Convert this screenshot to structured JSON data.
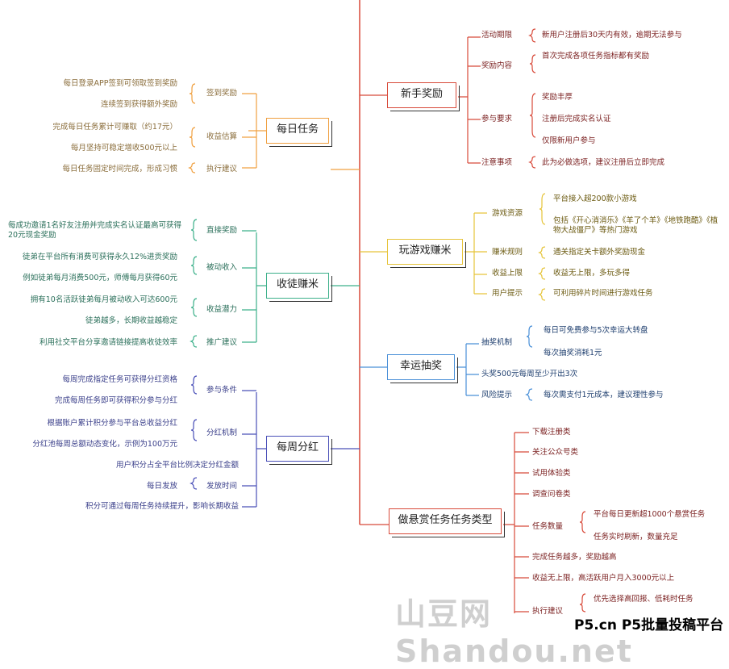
{
  "center_nodes": {
    "daily": "每日任务",
    "recruit": "收徒赚米",
    "weekly": "每周分红",
    "newbie": "新手奖励",
    "game": "玩游戏赚米",
    "lottery": "幸运抽奖",
    "bounty": "做悬赏任务任务类型"
  },
  "daily": {
    "checkin": "签到奖励",
    "checkin_items": [
      "每日登录APP签到可领取签到奖励",
      "连续签到获得额外奖励"
    ],
    "estimate": "收益估算",
    "estimate_items": [
      "完成每日任务累计可赚取（约17元）",
      "每月坚持可稳定增收500元以上"
    ],
    "advice": "执行建议",
    "advice_items": [
      "每日任务固定时间完成，形成习惯"
    ]
  },
  "recruit": {
    "direct": "直接奖励",
    "direct_items": [
      "每成功邀请1名好友注册并完成实名认证最高可获得20元现金奖励"
    ],
    "passive": "被动收入",
    "passive_items": [
      "徒弟在平台所有消费可获得永久12%进贡奖励",
      "例如徒弟每月消费500元，师傅每月获得60元"
    ],
    "potential": "收益潜力",
    "potential_items": [
      "拥有10名活跃徒弟每月被动收入可达600元",
      "徒弟越多，长期收益越稳定"
    ],
    "promo": "推广建议",
    "promo_items": [
      "利用社交平台分享邀请链接提高收徒效率"
    ]
  },
  "weekly": {
    "cond": "参与条件",
    "cond_items": [
      "每周完成指定任务可获得分红资格",
      "完成每周任务即可获得积分参与分红"
    ],
    "mech": "分红机制",
    "mech_items": [
      "根据账户累计积分参与平台总收益分红",
      "分红池每周总额动态变化，示例为100万元",
      "用户积分占全平台比例决定分红金额"
    ],
    "time": "发放时间",
    "time_items": [
      "每日发放",
      "积分可通过每周任务持续提升，影响长期收益"
    ]
  },
  "newbie": {
    "period": "活动期限",
    "period_items": [
      "新用户注册后30天内有效，逾期无法参与"
    ],
    "content": "奖励内容",
    "content_items": [
      "首次完成各项任务指标都有奖励"
    ],
    "req": "参与要求",
    "req_items": [
      "奖励丰厚",
      "注册后完成实名认证",
      "仅限新用户参与"
    ],
    "note": "注意事项",
    "note_items": [
      "此为必做选项，建议注册后立即完成"
    ]
  },
  "game": {
    "res": "游戏资源",
    "res_items": [
      "平台接入超200款小游戏",
      "包括《开心消消乐》《羊了个羊》《地铁跑酷》《植物大战僵尸》等热门游戏"
    ],
    "rule": "赚米规则",
    "rule_items": [
      "通关指定关卡额外奖励现金"
    ],
    "limit": "收益上限",
    "limit_items": [
      "收益无上限，多玩多得"
    ],
    "tip": "用户提示",
    "tip_items": [
      "可利用碎片时间进行游戏任务"
    ]
  },
  "lottery": {
    "mech": "抽奖机制",
    "mech_items": [
      "每日可免费参与5次幸运大转盘",
      "每次抽奖消耗1元"
    ],
    "jackpot": "头奖500元每周至少开出3次",
    "risk": "风险提示",
    "risk_items": [
      "每次需支付1元成本，建议理性参与"
    ]
  },
  "bounty": {
    "types": [
      "下载注册类",
      "关注公众号类",
      "试用体验类",
      "调查问卷类"
    ],
    "count": "任务数量",
    "count_items": [
      "平台每日更新超1000个悬赏任务",
      "任务实时刷新，数量充足"
    ],
    "more": "完成任务越多，奖励越高",
    "nolimit": "收益无上限，高活跃用户月入3000元以上",
    "exec": "执行建议",
    "exec_items": [
      "优先选择高回报、低耗时任务"
    ]
  },
  "watermark": {
    "big": "山豆网 Shandou.net",
    "small": "P5.cn P5批量投稿平台"
  },
  "colors": {
    "orange": "#f0a040",
    "green": "#3cb08a",
    "blue": "#4a50b8",
    "red": "#d84a3a",
    "yellow": "#e6c43a",
    "lightblue": "#4a90d8"
  }
}
